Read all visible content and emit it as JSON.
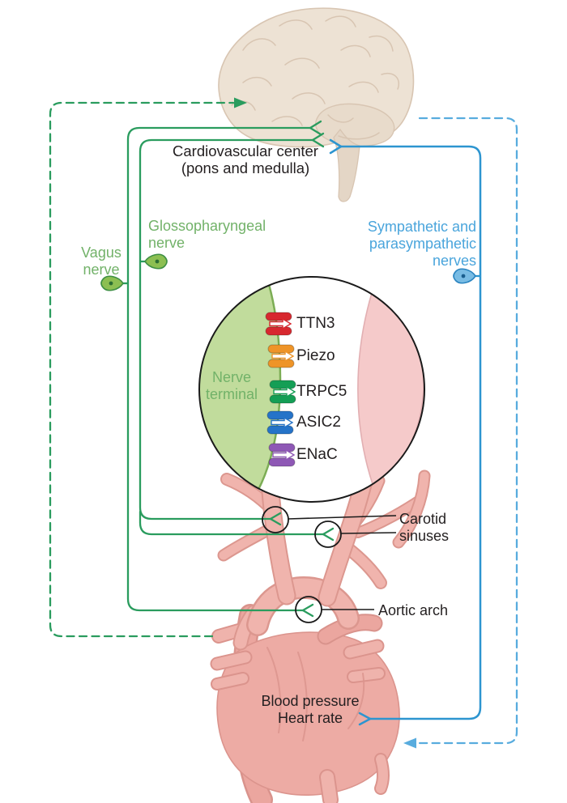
{
  "title_implicit": "Baroreceptor reflex diagram",
  "labels": {
    "cardiovascular_center": {
      "line1": "Cardiovascular center",
      "line2": "(pons and medulla)"
    },
    "glossopharyngeal": {
      "line1": "Glossopharyngeal",
      "line2": "nerve"
    },
    "vagus": {
      "line1": "Vagus",
      "line2": "nerve"
    },
    "sympathetic": {
      "line1": "Sympathetic and",
      "line2": "parasympathetic",
      "line3": "nerves"
    },
    "nerve_terminal": {
      "line1": "Nerve",
      "line2": "terminal"
    },
    "carotid": {
      "line1": "Carotid",
      "line2": "sinuses"
    },
    "aortic_arch": "Aortic arch",
    "outcome": {
      "line1": "Blood pressure",
      "line2": "Heart rate"
    }
  },
  "channels": [
    {
      "label": "TTN3",
      "color": "#d7282f"
    },
    {
      "label": "Piezo",
      "color": "#ee9428"
    },
    {
      "label": "TRPC5",
      "color": "#149e55"
    },
    {
      "label": "ASIC2",
      "color": "#2573c8"
    },
    {
      "label": "ENaC",
      "color": "#8e58b5"
    }
  ],
  "theme": {
    "green_line": "#2a9c5e",
    "green_text": "#72b269",
    "blue_line": "#2d95d0",
    "blue_dashed": "#58acde",
    "blue_text": "#4aa5dc",
    "black": "#231f20",
    "vessel_pink": "#f0b4ad",
    "heart_pink": "#edaba4",
    "brain_beige": "#ede2d4",
    "terminal_green": "#c1dc9c",
    "vessel_wall_pink": "#f5caca"
  }
}
